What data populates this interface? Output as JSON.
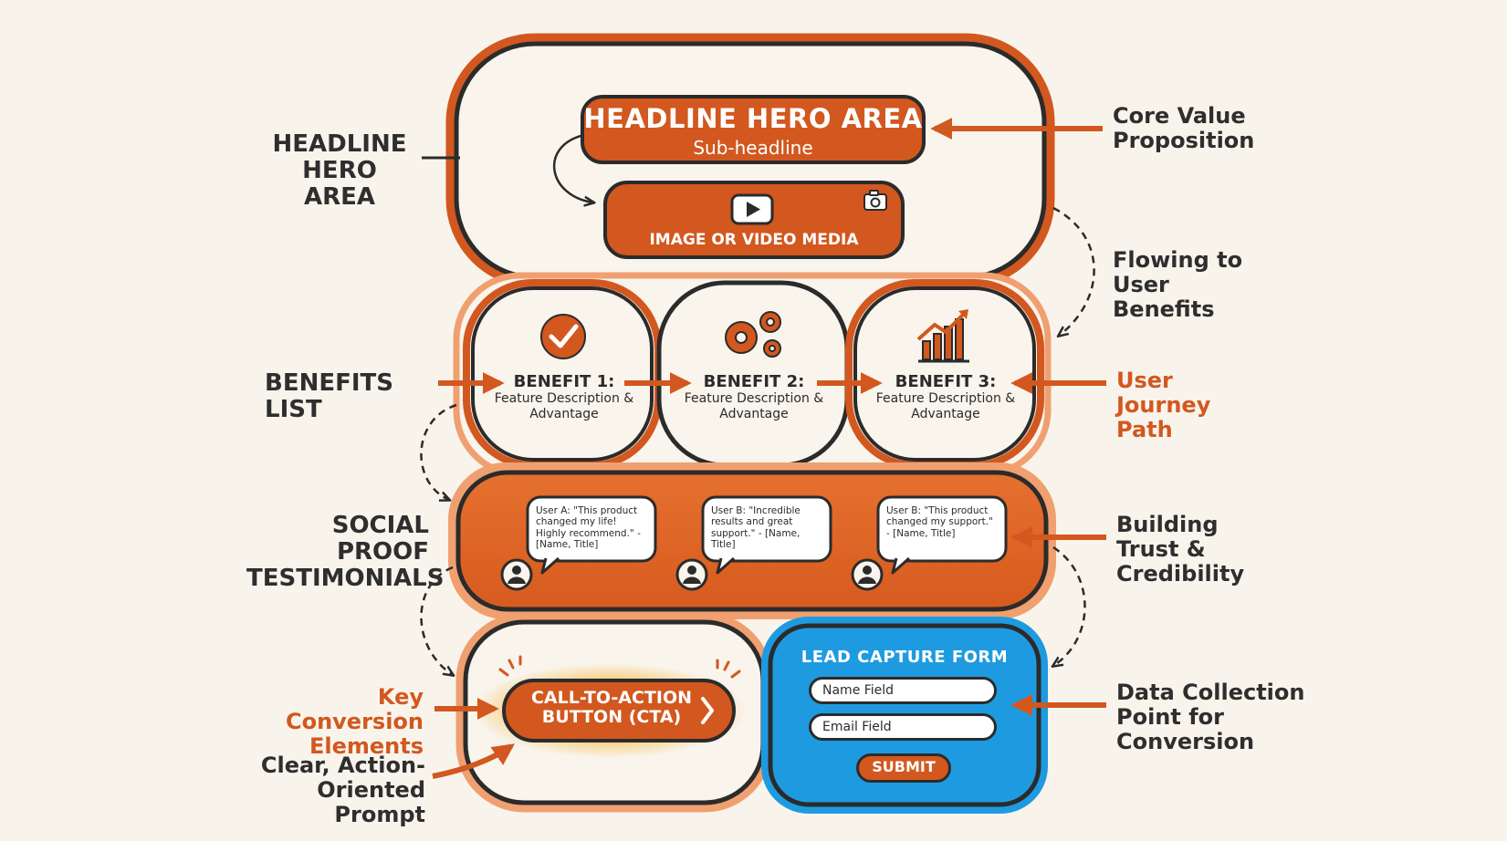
{
  "hero": {
    "title": "HEADLINE HERO AREA",
    "subheadline": "Sub-headline",
    "media_label": "IMAGE OR VIDEO MEDIA"
  },
  "benefits": [
    {
      "title": "BENEFIT 1:",
      "desc": "Feature Description & Advantage",
      "icon": "check-circle-icon"
    },
    {
      "title": "BENEFIT 2:",
      "desc": "Feature Description & Advantage",
      "icon": "gears-icon"
    },
    {
      "title": "BENEFIT 3:",
      "desc": "Feature Description & Advantage",
      "icon": "growth-chart-icon"
    }
  ],
  "testimonials": [
    {
      "quote": "User A: \"This product changed my life! Highly recommend.\" - [Name, Title]"
    },
    {
      "quote": "User B: \"Incredible results and great support.\" - [Name, Title]"
    },
    {
      "quote": "User B: \"This product changed my support.\" - [Name, Title]"
    }
  ],
  "cta": {
    "label": "CALL-TO-ACTION BUTTON (CTA)"
  },
  "form": {
    "title": "LEAD CAPTURE FORM",
    "name_field": "Name Field",
    "email_field": "Email Field",
    "submit": "SUBMIT"
  },
  "left_labels": {
    "hero": "HEADLINE HERO AREA",
    "benefits": "BENEFITS LIST",
    "social": "SOCIAL PROOF TESTIMONIALS",
    "conversion": "Key Conversion Elements",
    "prompt": "Clear, Action-Oriented Prompt"
  },
  "right_labels": {
    "core": "Core Value Proposition",
    "flowing": "Flowing to User Benefits",
    "journey": "User Journey Path",
    "trust": "Building Trust & Credibility",
    "data": "Data Collection Point for Conversion"
  },
  "colors": {
    "accent": "#d2581f",
    "dark": "#2b2b2b",
    "background": "#f8f4ec",
    "form_blue": "#1e9be0",
    "panel": "#f9f4ec"
  }
}
